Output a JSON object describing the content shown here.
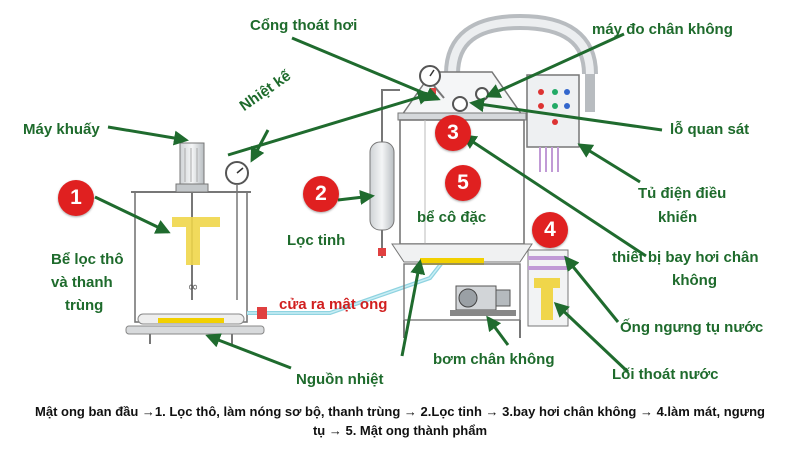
{
  "labels": {
    "may_khuay": "Máy khuấy",
    "nhiet_ke": "Nhiệt kế",
    "cong_thoat_hoi": "Cổng thoát hơi",
    "may_do_chan_khong": "máy đo chân không",
    "lo_quan_sat": "lỗ quan sát",
    "tu_dien_line1": "Tủ điện điều",
    "tu_dien_line2": "khiển",
    "be_loc_tho_line1": "Bể lọc thô",
    "be_loc_tho_line2": "và thanh",
    "be_loc_tho_line3": "trùng",
    "loc_tinh": "Lọc tinh",
    "be_co_dac": "bể cô đặc",
    "thiet_bi_line1": "thiết bị bay hơi chân",
    "thiet_bi_line2": "không",
    "cua_ra_mat_ong": "cửa ra mật ong",
    "ong_ngung_tu": "Ống ngưng tụ nước",
    "nguon_nhiet": "Nguồn nhiệt",
    "bom_chan_khong": "bơm chân không",
    "loi_thoat_nuoc": "Lối thoát nước"
  },
  "badges": [
    "1",
    "2",
    "3",
    "4",
    "5"
  ],
  "caption_line1": "Mật ong ban đầu →1. Lọc thô, làm nóng sơ bộ, thanh trùng → 2.Lọc tinh → 3.bay hơi chân không → 4.làm mát, ngưng",
  "caption_line2": "tụ → 5. Mật ong thành phẩm",
  "colors": {
    "label_green": "#1e6b2c",
    "arrow_green": "#1f6b2e",
    "badge_red": "#e02020",
    "honey": "#f2d000",
    "pipe_blue": "#8fd3e0"
  }
}
